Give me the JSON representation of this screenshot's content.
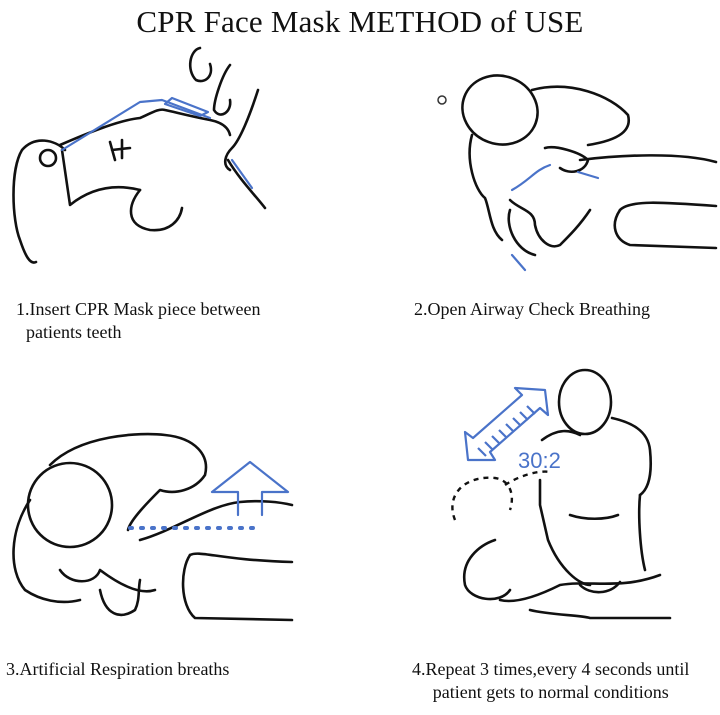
{
  "title": "CPR Face Mask METHOD of USE",
  "accent_color": "#4a73c9",
  "steps": [
    {
      "number": 1,
      "caption_line1": "1.Insert CPR Mask piece between",
      "caption_line2": "patients teeth",
      "illustration": "mask-insertion-illustration"
    },
    {
      "number": 2,
      "caption_line1": "2.Open Airway Check Breathing",
      "illustration": "open-airway-illustration"
    },
    {
      "number": 3,
      "caption_line1": "3.Artificial Respiration breaths",
      "illustration": "rescue-breaths-illustration"
    },
    {
      "number": 4,
      "caption_line1": "4.Repeat 3 times,every 4 seconds until",
      "caption_line2": "patient gets to normal conditions",
      "illustration": "chest-compressions-illustration",
      "ratio_label": "30:2"
    }
  ]
}
